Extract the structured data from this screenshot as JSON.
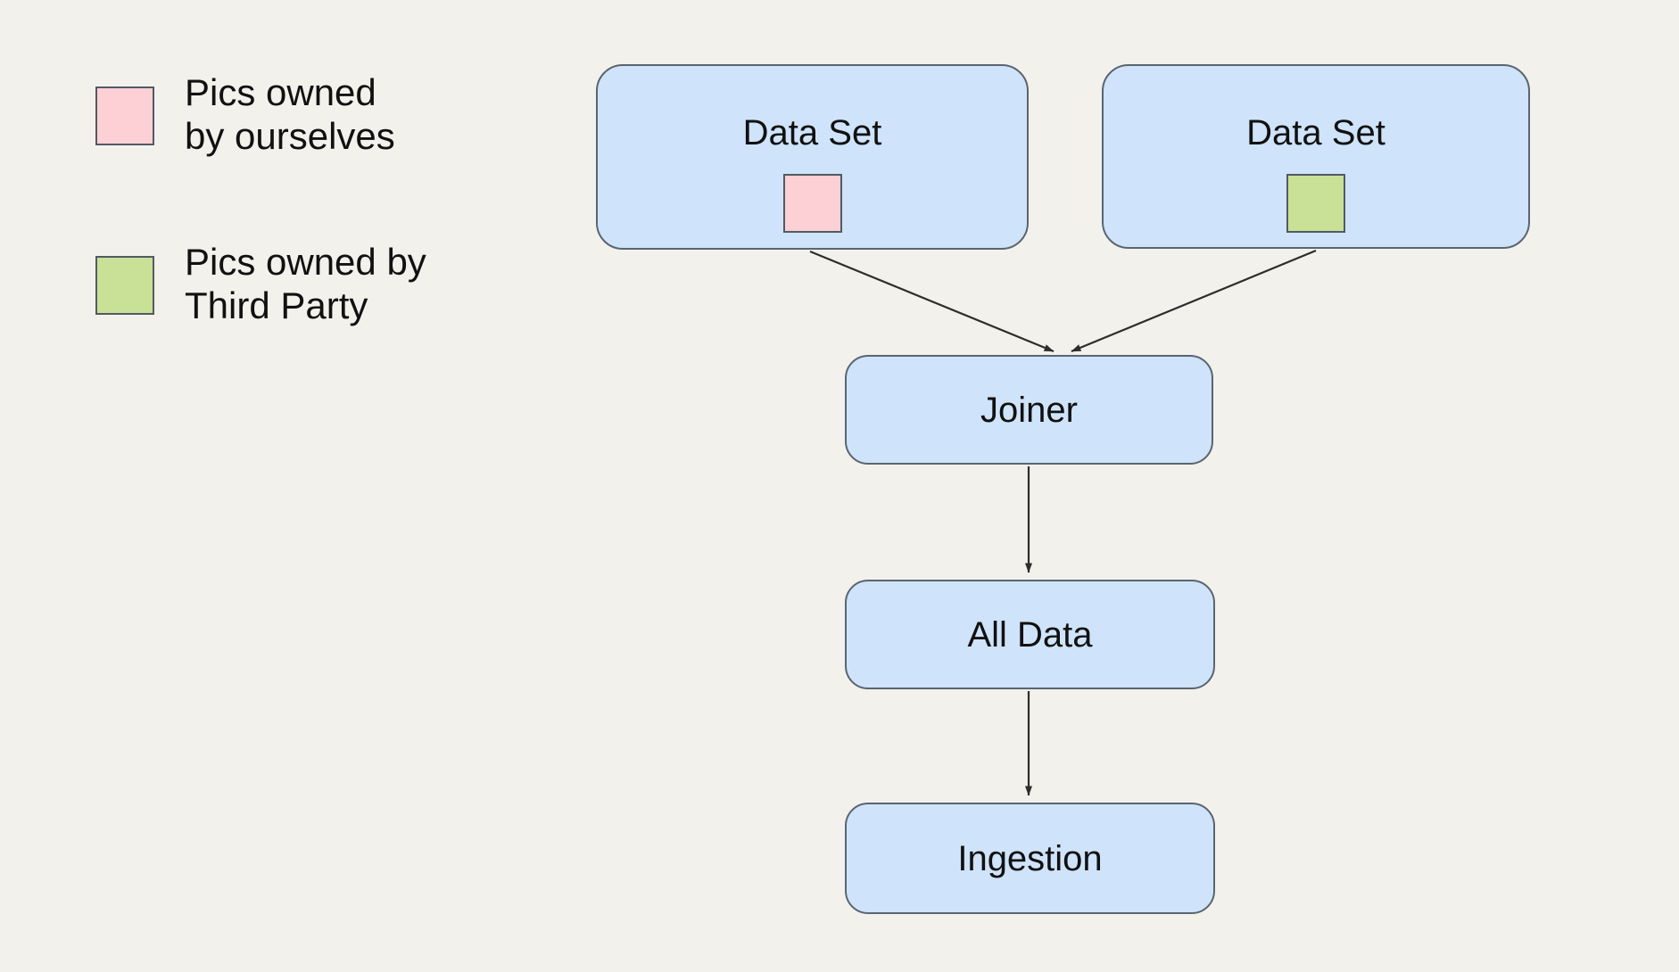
{
  "canvas": {
    "background_color": "#f3f1ec"
  },
  "legend": {
    "items": [
      {
        "swatch": "pink-square",
        "swatch_color": "#fcd0d5",
        "lines": [
          "Pics owned",
          "by ourselves"
        ]
      },
      {
        "swatch": "green-square",
        "swatch_color": "#c9e097",
        "lines": [
          "Pics owned by",
          "Third Party"
        ]
      }
    ]
  },
  "diagram": {
    "nodes": [
      {
        "id": "dataset-left",
        "label": "Data Set",
        "badge": "pink-square",
        "badge_color": "#fcd0d5"
      },
      {
        "id": "dataset-right",
        "label": "Data Set",
        "badge": "green-square",
        "badge_color": "#c9e097"
      },
      {
        "id": "joiner",
        "label": "Joiner"
      },
      {
        "id": "all-data",
        "label": "All Data"
      },
      {
        "id": "ingestion",
        "label": "Ingestion"
      }
    ],
    "edges": [
      {
        "from": "dataset-left",
        "to": "joiner"
      },
      {
        "from": "dataset-right",
        "to": "joiner"
      },
      {
        "from": "joiner",
        "to": "all-data"
      },
      {
        "from": "all-data",
        "to": "ingestion"
      }
    ],
    "colors": {
      "node_fill": "#cfe3fa",
      "node_border": "#5a6570",
      "arrow": "#2d2d2d",
      "text": "#111111"
    }
  }
}
